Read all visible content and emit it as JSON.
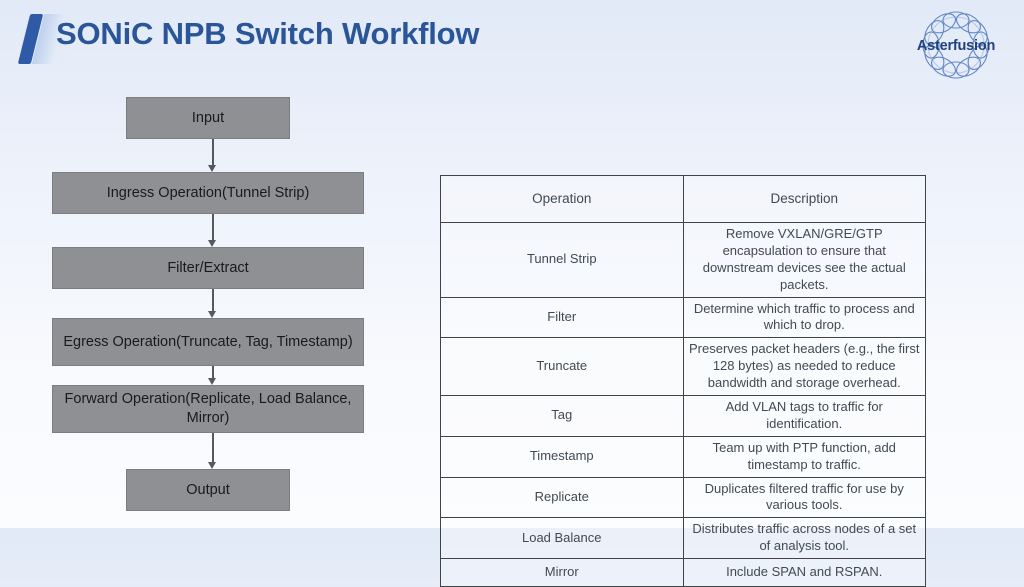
{
  "header": {
    "title": "SONiC NPB Switch Workflow",
    "accent_color": "#2e5aa8",
    "title_color": "#2a5699"
  },
  "logo": {
    "name": "Asterfusion",
    "color": "#21407e"
  },
  "flowchart": {
    "node_fill": "#8e9093",
    "arrow_color": "#55585c",
    "nodes": [
      {
        "id": "input",
        "label": "Input"
      },
      {
        "id": "ingress",
        "label": "Ingress Operation(Tunnel Strip)"
      },
      {
        "id": "filter",
        "label": "Filter/Extract"
      },
      {
        "id": "egress",
        "label": "Egress Operation(Truncate, Tag, Timestamp)"
      },
      {
        "id": "forward",
        "label": "Forward Operation(Replicate, Load Balance, Mirror)"
      },
      {
        "id": "output",
        "label": "Output"
      }
    ]
  },
  "table": {
    "columns": [
      "Operation",
      "Description"
    ],
    "rows": [
      {
        "operation": "Tunnel Strip",
        "description": "Remove VXLAN/GRE/GTP encapsulation to ensure that downstream devices see the actual packets."
      },
      {
        "operation": "Filter",
        "description": "Determine which traffic to process and which to drop."
      },
      {
        "operation": "Truncate",
        "description": "Preserves packet headers (e.g., the first 128 bytes) as needed to reduce bandwidth and storage overhead."
      },
      {
        "operation": "Tag",
        "description": "Add VLAN tags to traffic for identification."
      },
      {
        "operation": "Timestamp",
        "description": "Team up with PTP function, add timestamp to traffic."
      },
      {
        "operation": "Replicate",
        "description": "Duplicates filtered traffic for use by various tools."
      },
      {
        "operation": "Load Balance",
        "description": "Distributes traffic across nodes of a set of analysis tool."
      },
      {
        "operation": "Mirror",
        "description": "Include SPAN and RSPAN."
      }
    ]
  }
}
